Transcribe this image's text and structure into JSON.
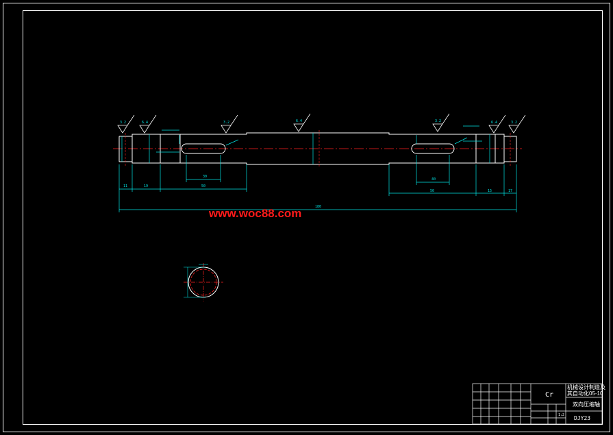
{
  "watermark": "www.woc88.com",
  "roughness": {
    "r1": "3.2",
    "r2": "6.4",
    "r3": "3.2",
    "r4": "6.4",
    "r5": "3.2",
    "r6": "6.4",
    "r7": "3.2"
  },
  "dimensions": {
    "total_length": "180",
    "left_seg_1": "11",
    "left_seg_2": "19",
    "left_seg_3": "50",
    "right_seg_1": "50",
    "right_seg_2": "15",
    "right_seg_3": "17",
    "left_key": "30",
    "right_key": "40"
  },
  "title_block": {
    "material": "Cr",
    "design_title": "机械设计制造及其自动化05-10",
    "part_name": "双向压缩轴",
    "drawing_no": "DJY23",
    "scale": "1:2"
  }
}
